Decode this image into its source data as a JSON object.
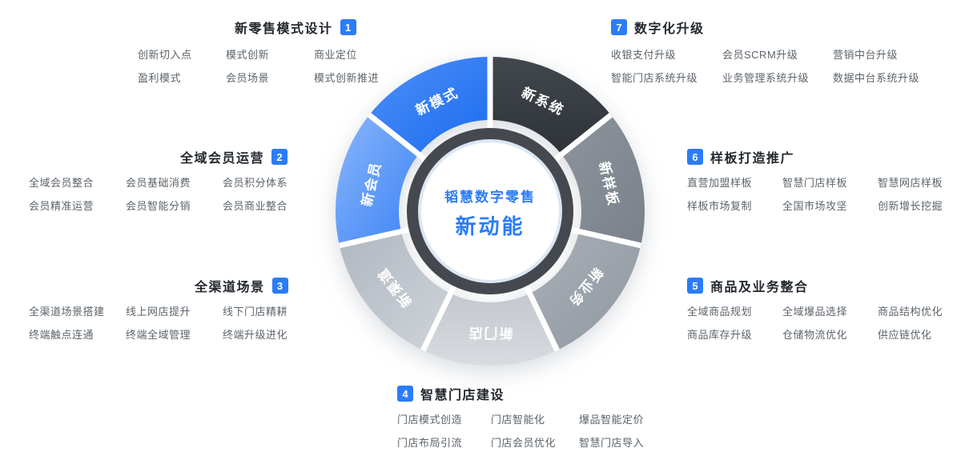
{
  "center": {
    "title": "韬慧数字零售",
    "subtitle": "新动能"
  },
  "wheel": {
    "segments": [
      {
        "label": "新系统"
      },
      {
        "label": "新样板"
      },
      {
        "label": "新业务"
      },
      {
        "label": "新门店"
      },
      {
        "label": "新渠道"
      },
      {
        "label": "新会员"
      },
      {
        "label": "新模式"
      }
    ]
  },
  "sections": [
    {
      "num": "1",
      "title": "新零售模式设计",
      "items": [
        [
          "创新切入点",
          "模式创新",
          "商业定位"
        ],
        [
          "盈利模式",
          "会员场景",
          "模式创新推进"
        ]
      ]
    },
    {
      "num": "2",
      "title": "全域会员运营",
      "items": [
        [
          "全域会员整合",
          "会员基础消费",
          "会员积分体系"
        ],
        [
          "会员精准运营",
          "会员智能分销",
          "会员商业整合"
        ]
      ]
    },
    {
      "num": "3",
      "title": "全渠道场景",
      "items": [
        [
          "全渠道场景搭建",
          "线上网店提升",
          "线下门店精耕"
        ],
        [
          "终端触点连通",
          "终端全域管理",
          "终端升级进化"
        ]
      ]
    },
    {
      "num": "4",
      "title": "智慧门店建设",
      "items": [
        [
          "门店模式创造",
          "门店智能化",
          "爆品智能定价"
        ],
        [
          "门店布局引流",
          "门店会员优化",
          "智慧门店导入"
        ]
      ]
    },
    {
      "num": "5",
      "title": "商品及业务整合",
      "items": [
        [
          "全域商品规划",
          "全域爆品选择",
          "商品结构优化"
        ],
        [
          "商品库存升级",
          "仓储物流优化",
          "供应链优化"
        ]
      ]
    },
    {
      "num": "6",
      "title": "样板打造推广",
      "items": [
        [
          "直营加盟样板",
          "智慧门店样板",
          "智慧网店样板"
        ],
        [
          "样板市场复制",
          "全国市场攻坚",
          "创新增长挖掘"
        ]
      ]
    },
    {
      "num": "7",
      "title": "数字化升级",
      "items": [
        [
          "收银支付升级",
          "会员SCRM升级",
          "营销中台升级"
        ],
        [
          "智能门店系统升级",
          "业务管理系统升级",
          "数据中台系统升级"
        ]
      ]
    }
  ],
  "colors": {
    "accent": "#2b7cf7",
    "segment_dark": "#3b4046",
    "segment_gray": "#8a9199",
    "segment_light": "#ccd1d7",
    "ring_dark": "#45494f"
  }
}
